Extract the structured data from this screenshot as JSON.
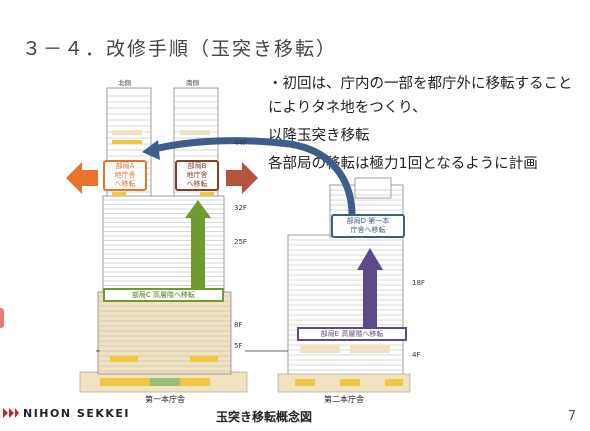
{
  "title": "３－４．改修手順（玉突き移転）",
  "bullets": [
    "・初回は、庁内の一部を都庁外に移転すること",
    "によりタネ地をつくり、",
    "以降玉突き移転",
    "各部局の移転は極力1回となるように計画"
  ],
  "caption": "玉突き移転概念図",
  "page_number": "7",
  "logo_text": "NIHON SEKKEI",
  "buildings": {
    "first": {
      "label": "第一本庁舎",
      "north": "北側",
      "south": "南側"
    },
    "second": {
      "label": "第二本庁舎"
    }
  },
  "floors": {
    "f44": "44F",
    "f32": "32F",
    "f25": "25F",
    "f8": "8F",
    "f5": "5F",
    "f18": "18F",
    "f4": "4F"
  },
  "boxes": {
    "dept_a": "部局A\n地庁舎\nへ移転",
    "dept_b": "部局B\n地庁舎\nへ移転",
    "dept_c": "部局C 高層階へ移転",
    "dept_d": "部局D 第一本\n庁舎へ移転",
    "dept_e": "部局E 高層階へ移転"
  },
  "colors": {
    "orange": "#e8742f",
    "brown": "#8b3a2e",
    "green": "#6f9a2e",
    "blue": "#3d5e8c",
    "purple": "#5e4a8a",
    "yellow": "#f0c840",
    "beige": "#f1e3c2"
  }
}
